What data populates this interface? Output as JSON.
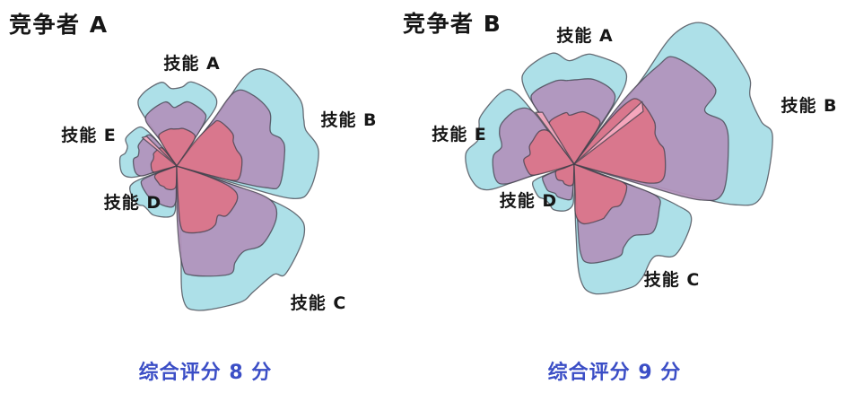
{
  "figure": {
    "background": "#ffffff",
    "text_color": "#161616",
    "caption_color": "#3b4ec6"
  },
  "chart_data": [
    {
      "type": "rose",
      "title": "竞争者 A",
      "categories": [
        "技能 A",
        "技能 B",
        "技能 C",
        "技能 D",
        "技能 E"
      ],
      "values": [
        5.5,
        9.3,
        10,
        3.6,
        3.7
      ],
      "value_max": 10,
      "rings": {
        "fractions": [
          1.0,
          0.77,
          0.46
        ],
        "colors": [
          "#a7dee6",
          "#b292bb",
          "#dc7489"
        ]
      },
      "highlight_color": "#f6aabf",
      "outline_color": "#3f3f4a",
      "overall_score": 8,
      "caption": "综合评分 8 分",
      "legend": "none",
      "grid": "off"
    },
    {
      "type": "rose",
      "title": "竞争者 B",
      "categories": [
        "技能 A",
        "技能 B",
        "技能 C",
        "技能 D",
        "技能 E"
      ],
      "values": [
        5.6,
        10,
        6.6,
        2.4,
        5.3
      ],
      "value_max": 10,
      "rings": {
        "fractions": [
          1.0,
          0.77,
          0.46
        ],
        "colors": [
          "#a7dee6",
          "#b292bb",
          "#dc7489"
        ]
      },
      "highlight_color": "#f6aabf",
      "outline_color": "#3f3f4a",
      "overall_score": 9,
      "caption": "综合评分 9 分",
      "legend": "none",
      "grid": "off"
    }
  ]
}
